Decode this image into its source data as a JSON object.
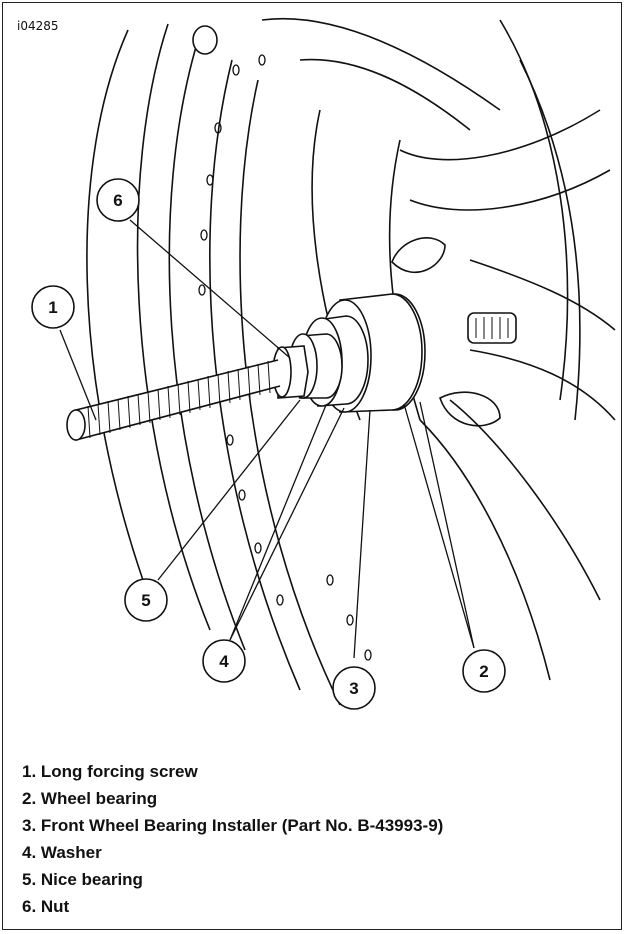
{
  "figure": {
    "id": "i04285"
  },
  "callouts": [
    "1",
    "2",
    "3",
    "4",
    "5",
    "6"
  ],
  "legend": [
    "1. Long forcing screw",
    "2. Wheel bearing",
    "3. Front Wheel Bearing Installer (Part No. B-43993-9)",
    "4. Washer",
    "5. Nice bearing",
    "6. Nut"
  ]
}
